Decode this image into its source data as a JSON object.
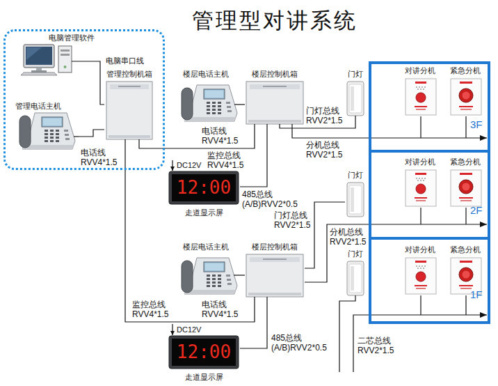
{
  "diagram": {
    "title": "管理型对讲系统",
    "nodes": [
      {
        "text": []
      },
      {
        "text": [
          "电脑管理软件"
        ],
        "in": 0
      },
      {
        "text": [
          "管理控制机箱"
        ],
        "in": 0
      },
      {
        "text": [
          "管理电话主机"
        ],
        "in": 0
      },
      {
        "text": [
          "楼层电话主机"
        ]
      },
      {
        "text": [
          "楼层控制机箱"
        ]
      },
      {
        "text": [
          "门灯"
        ]
      },
      {
        "text": [
          "3F"
        ]
      },
      {
        "text": [
          "对讲分机"
        ],
        "in": 7
      },
      {
        "text": [
          "紧急分机"
        ],
        "in": 7
      },
      {
        "text": [
          "12:00",
          "走道显示屏"
        ]
      },
      {
        "text": [
          "门灯"
        ]
      },
      {
        "text": [
          "2F"
        ]
      },
      {
        "text": [
          "对讲分机"
        ],
        "in": 12
      },
      {
        "text": [
          "紧急分机"
        ],
        "in": 12
      },
      {
        "text": [
          "楼层电话主机"
        ]
      },
      {
        "text": [
          "楼层控制机箱"
        ]
      },
      {
        "text": [
          "门灯"
        ]
      },
      {
        "text": [
          "1F"
        ]
      },
      {
        "text": [
          "对讲分机"
        ],
        "in": 18
      },
      {
        "text": [
          "紧急分机"
        ],
        "in": 18
      },
      {
        "text": [
          "12:00",
          "走道显示屏"
        ]
      }
    ],
    "edges": [
      {
        "from": 1,
        "to": 2,
        "arrow": "none",
        "label": "电脑串口线"
      },
      {
        "from": 3,
        "to": 2,
        "arrow": "none",
        "label": "电话线 RVV4*1.5"
      },
      {
        "from": 2,
        "to": 5,
        "arrow": "none",
        "label": "监控总线 RVV4*1.5"
      },
      {
        "from": 4,
        "to": 5,
        "arrow": "none",
        "label": "电话线 RVV4*1.5"
      },
      {
        "from": 5,
        "to": 6,
        "arrow": "none",
        "label": "门灯总线 RVV2*1.5"
      },
      {
        "from": 5,
        "to": 7,
        "arrow": "to",
        "label": "分机总线 RVV2*1.5"
      },
      {
        "from": 5,
        "to": 10,
        "arrow": "none",
        "label": "485总线 (A/B)RVV2*0.5"
      },
      {
        "from": 2,
        "to": 16,
        "arrow": "none",
        "label": "监控总线 RVV4*1.5"
      },
      {
        "from": 15,
        "to": 16,
        "arrow": "none",
        "label": "电话线 RVV4*1.5"
      },
      {
        "from": 16,
        "to": 11,
        "arrow": "none",
        "label": "门灯总线 RVV2*1.5"
      },
      {
        "from": 16,
        "to": 12,
        "arrow": "to",
        "label": "分机总线 RVV2*1.5"
      },
      {
        "from": 16,
        "to": 21,
        "arrow": "none",
        "label": "485总线 (A/B)RVV2*0.5"
      }
    ],
    "labels": [
      "DC12V",
      "DC12V",
      "二芯总线 RVV2*1.5"
    ]
  }
}
